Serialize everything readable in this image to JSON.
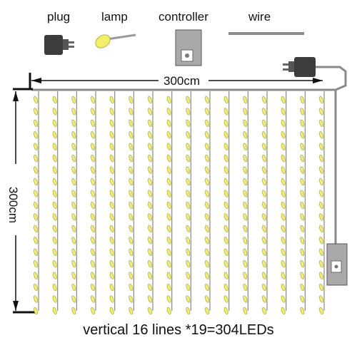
{
  "legend": {
    "plug": "plug",
    "lamp": "lamp",
    "controller": "controller",
    "wire": "wire"
  },
  "dimensions": {
    "width": "300cm",
    "height": "300cm"
  },
  "curtain": {
    "vertical_lines": 16,
    "leds_per_line": 19,
    "total_leds": 304
  },
  "caption": "vertical 16 lines *19=304LEDs",
  "colors": {
    "led": "#f4ef6a",
    "led_outline": "#9a9a3a",
    "wire": "#8a8a8a",
    "plug_body": "#3c3c3c",
    "controller_body": "#a9a9a9",
    "arrow": "#111111"
  }
}
